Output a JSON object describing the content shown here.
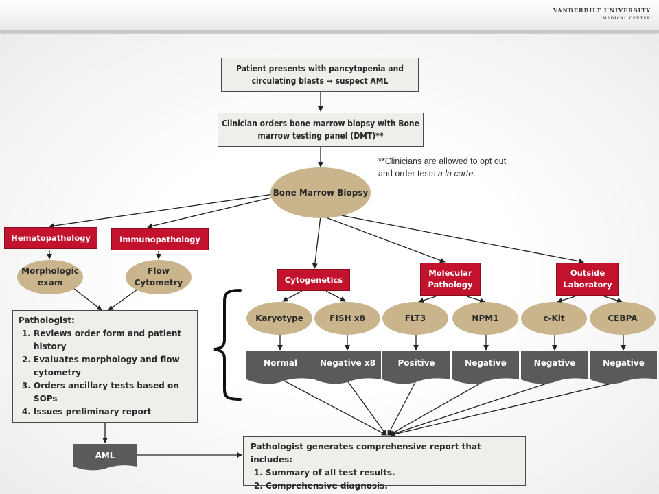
{
  "header": {
    "logo_line1": "VANDERBILT UNIVERSITY",
    "logo_line2": "MEDICAL CENTER"
  },
  "flow": {
    "start": "Patient presents with pancytopenia and circulating blasts → suspect AML",
    "order": "Clinician orders bone marrow biopsy with Bone marrow testing panel (DMT)**",
    "note_main": "**Clinicians are allowed to opt out and order tests ",
    "note_italic": "a la carte",
    "note_end": ".",
    "biopsy": "Bone Marrow Biopsy",
    "departments": {
      "hematopathology": "Hematopathology",
      "immunopathology": "Immunopathology",
      "cytogenetics": "Cytogenetics",
      "molecular": "Molecular Pathology",
      "outside": "Outside Laboratory"
    },
    "exams": {
      "morphologic": "Morphologic exam",
      "flow": "Flow Cytometry"
    },
    "tests": [
      "Karyotype",
      "FISH x8",
      "FLT3",
      "NPM1",
      "c-Kit",
      "CEBPA"
    ],
    "results": [
      "Normal",
      "Negative x8",
      "Positive",
      "Negative",
      "Negative",
      "Negative"
    ],
    "pathologist": {
      "title": "Pathologist:",
      "steps": [
        "Reviews order form and patient history",
        "Evaluates morphology and flow cytometry",
        "Orders ancillary tests based on SOPs",
        "Issues preliminary report"
      ]
    },
    "aml": "AML",
    "final": {
      "title": "Pathologist generates comprehensive report that includes:",
      "items": [
        "Summary of all test results.",
        "Comprehensive diagnosis."
      ]
    }
  },
  "colors": {
    "red": "#c2122e",
    "tan": "#c9b48c",
    "dark": "#5a5a5a",
    "box": "#efeeea"
  }
}
